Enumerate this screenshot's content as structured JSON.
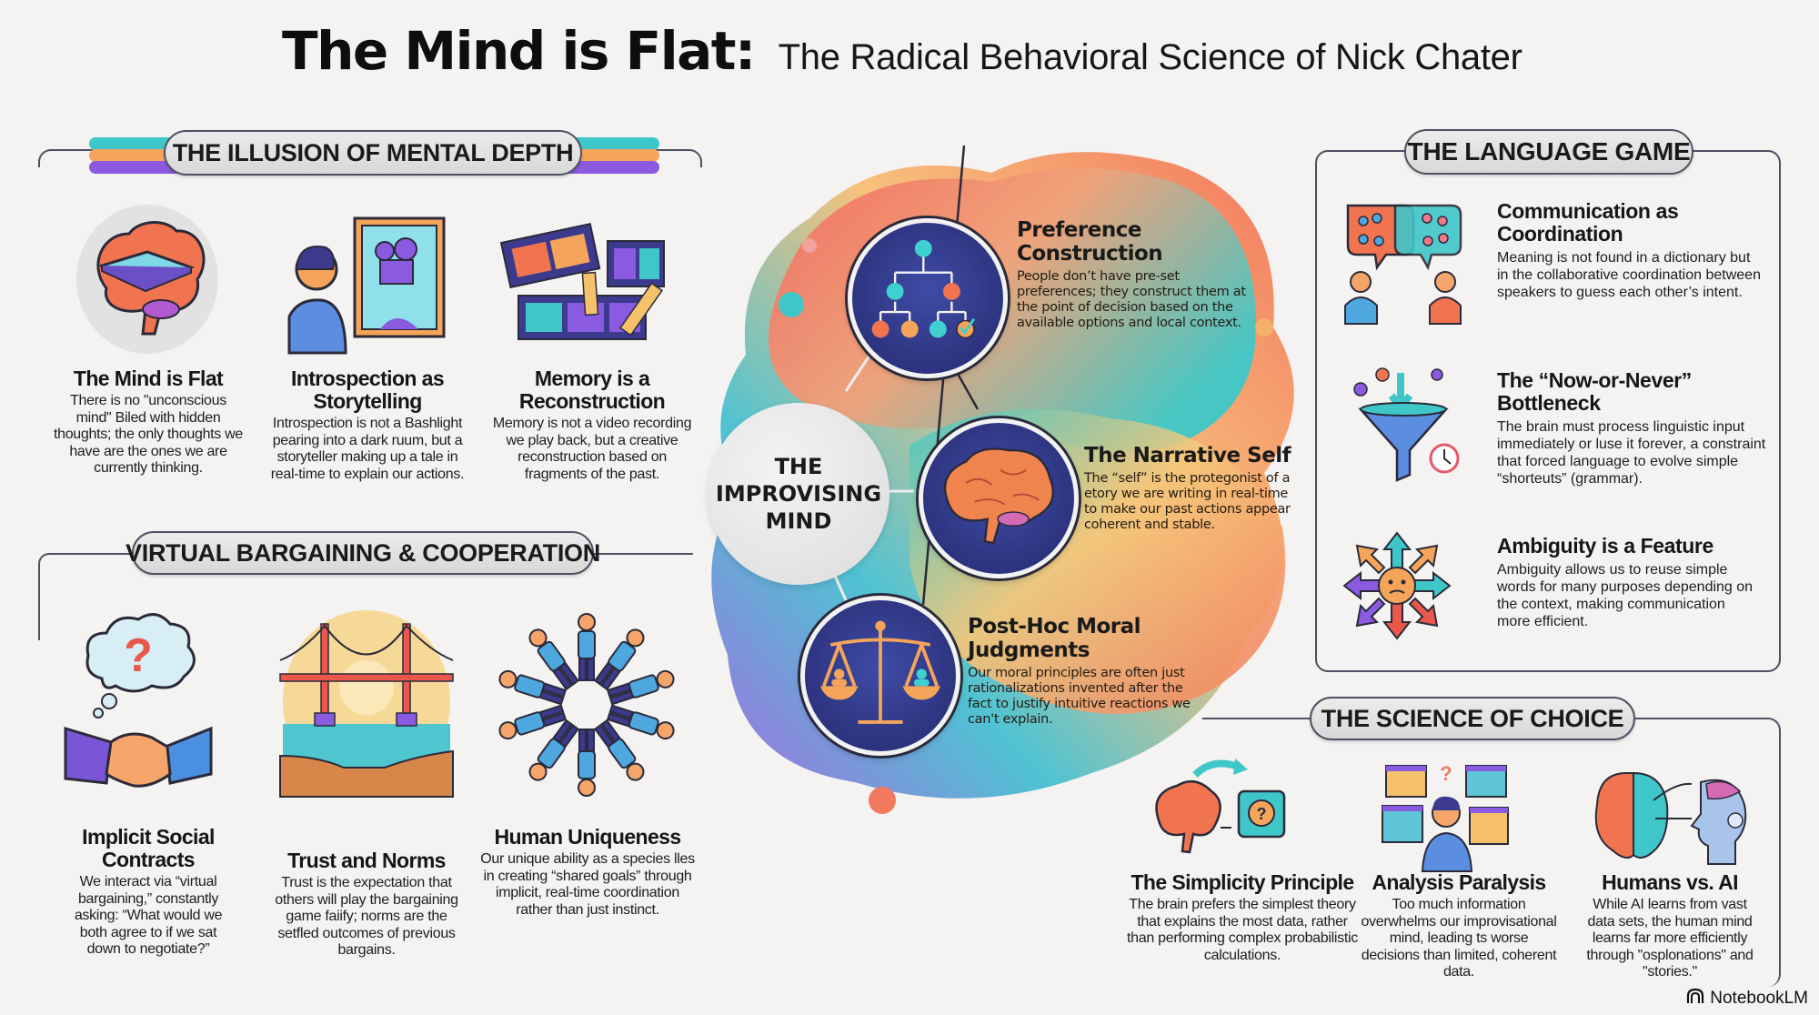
{
  "title": {
    "main": "The Mind is Flat:",
    "subtitle": "The Radical Behavioral Science of Nick Chater"
  },
  "sections": {
    "illusion": {
      "header": "THE ILLUSION OF MENTAL DEPTH",
      "items": [
        {
          "title": "The Mind is Flat",
          "text": "There is no \"unconscious mind\" Biled with hidden thoughts; the only thoughts we have are the ones we are currently thinking.",
          "icon": "brain-with-flat-glass-icon"
        },
        {
          "title": "Introspection as Storytelling",
          "text": "Introspection is not a Bashlight pearing into a dark ruum, but a storyteller making up a tale in real-time to explain our actions.",
          "icon": "person-mirror-projector-icon"
        },
        {
          "title": "Memory is a Reconstruction",
          "text": "Memory is not a video recording we play back, but a creative reconstruction based on fragments of the past.",
          "icon": "taped-film-strip-icon"
        }
      ]
    },
    "bargaining": {
      "header": "VIRTUAL BARGAINING & COOPERATION",
      "items": [
        {
          "title": "Implicit Social Contracts",
          "text": "We interact via “virtual bargaining,” constantly asking: “What would we both agree to if we sat down to negotiate?”",
          "icon": "handshake-question-icon"
        },
        {
          "title": "Trust and Norms",
          "text": "Trust is the expectation that others will play the bargaining game faiify; norms are the setfled outcomes of previous bargains.",
          "icon": "bridge-handshake-icon"
        },
        {
          "title": "Human Uniqueness",
          "text": "Our unique ability as a species lles in creating “shared goals” through implicit, real-time coordination rather than just instinct.",
          "icon": "people-circle-icon"
        }
      ]
    },
    "center": {
      "core_label": "THE IMPROVISING MIND",
      "items": [
        {
          "title": "Preference Construction",
          "text": "People don’t have pre-set preferences; they construct them at the point of decision based on the available options and local context.",
          "icon": "decision-tree-icon"
        },
        {
          "title": "The Narrative Self",
          "text": "The “self” is the protegonist of a etory we are writing in real-time to make our past actions appear coherent and stable.",
          "icon": "brain-icon"
        },
        {
          "title": "Post-Hoc Moral Judgments",
          "text": "Our moral principles are often just rationalizations invented after the fact to justify intuitive reactions we can't explain.",
          "icon": "scales-icon"
        }
      ]
    },
    "language": {
      "header": "THE LANGUAGE GAME",
      "items": [
        {
          "title": "Communication as Coordination",
          "text": "Meaning is not found in a dictionary but in the collaborative coordination between speakers to guess each other’s intent.",
          "icon": "speech-bubbles-people-icon"
        },
        {
          "title": "The “Now-or-Never” Bottleneck",
          "text": "The brain must process linguistic input immediately or luse it forever, a constraint that forced language to evolve simple “shorteuts” (grammar).",
          "icon": "funnel-clock-icon"
        },
        {
          "title": "Ambiguity is a Feature",
          "text": "Ambiguity allows us to reuse simple words for many purposes depending on the context, making communication more efficient.",
          "icon": "multi-arrow-face-icon"
        }
      ]
    },
    "choice": {
      "header": "THE SCIENCE OF CHOICE",
      "items": [
        {
          "title": "The Simplicity Principle",
          "text": "The brain prefers the simplest theory that explains the most data, rather than performing complex probabilistic calculations.",
          "icon": "brain-to-question-icon"
        },
        {
          "title": "Analysis Paralysis",
          "text": "Too much information overwhelms our improvisational mind, leading ts worse decisions than limited, coherent data.",
          "icon": "overwhelmed-person-icon"
        },
        {
          "title": "Humans vs. AI",
          "text": "While AI learns from vast data sets, the human mind learns far more efficiently through \"osplonations\" and \"stories.\"",
          "icon": "brain-vs-robot-icon"
        }
      ]
    }
  },
  "brand": "NotebookLM",
  "colors": {
    "orange": "#f0744f",
    "teal": "#3fc6c8",
    "purple": "#7b5cd6",
    "navy": "#2a2e73",
    "yellow": "#f5c26b",
    "outline": "#4d5063"
  }
}
